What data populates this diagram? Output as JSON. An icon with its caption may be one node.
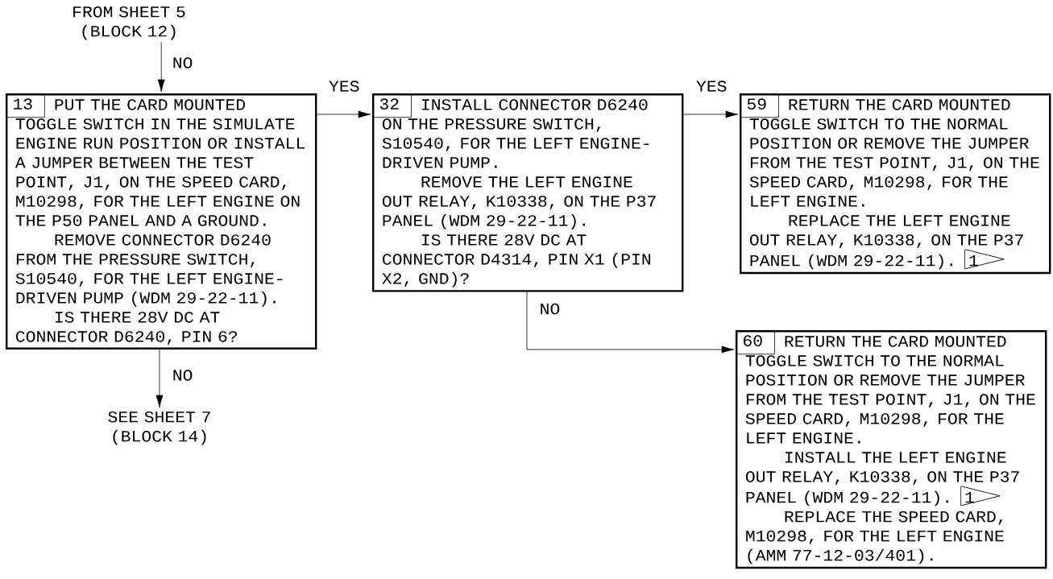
{
  "diagram": {
    "nodes": [
      {
        "text": [
          "FROM SHEET 5 (BLOCK 12)"
        ]
      },
      {
        "text": [
          "13",
          "PUT THE CARD MOUNTED TOGGLE SWITCH IN THE SIMULATE ENGINE RUN POSITION OR INSTALL A JUMPER BETWEEN THE TEST POINT, J1, ON THE SPEED CARD, M10298, FOR THE LEFT ENGINE ON THE P50 PANEL AND A GROUND.",
          "REMOVE CONNECTOR D6240 FROM THE PRESSURE SWITCH, S10540, FOR THE LEFT ENGINE-DRIVEN PUMP (WDM 29-22-11).",
          "IS THERE 28V DC AT CONNECTOR D6240, PIN 6?"
        ]
      },
      {
        "text": [
          "32",
          "INSTALL CONNECTOR D6240 ON THE PRESSURE SWITCH, S10540, FOR THE LEFT ENGINE-DRIVEN PUMP.",
          "REMOVE THE LEFT ENGINE OUT RELAY, K10338, ON THE P37 PANEL (WDM 29-22-11).",
          "IS THERE 28V DC AT CONNECTOR D4314, PIN X1 (PIN X2, GND)?"
        ]
      },
      {
        "text": [
          "59",
          "RETURN THE CARD MOUNTED TOGGLE SWITCH TO THE NORMAL POSITION OR REMOVE THE JUMPER FROM THE TEST POINT, J1, ON THE SPEED CARD, M10298, FOR THE LEFT ENGINE.",
          "REPLACE THE LEFT ENGINE OUT RELAY, K10338, ON THE P37 PANEL (WDM 29-22-11).",
          "1"
        ]
      },
      {
        "text": [
          "60",
          "RETURN THE CARD MOUNTED TOGGLE SWITCH TO THE NORMAL POSITION OR REMOVE THE JUMPER FROM THE TEST POINT, J1, ON THE SPEED CARD, M10298, FOR THE LEFT ENGINE.",
          "INSTALL THE LEFT ENGINE OUT RELAY, K10338, ON THE P37 PANEL (WDM 29-22-11).",
          "1",
          "REPLACE THE SPEED CARD, M10298, FOR THE LEFT ENGINE (AMM 77-12-03/401)."
        ]
      },
      {
        "text": [
          "SEE SHEET 7 (BLOCK 14)"
        ]
      }
    ],
    "edges": [
      {
        "from": 0,
        "to": 1,
        "arrow": "to",
        "label": "NO"
      },
      {
        "from": 1,
        "to": 2,
        "arrow": "to",
        "label": "YES"
      },
      {
        "from": 2,
        "to": 3,
        "arrow": "to",
        "label": "YES"
      },
      {
        "from": 2,
        "to": 4,
        "arrow": "to",
        "label": "NO"
      },
      {
        "from": 1,
        "to": 5,
        "arrow": "to",
        "label": "NO"
      }
    ]
  }
}
